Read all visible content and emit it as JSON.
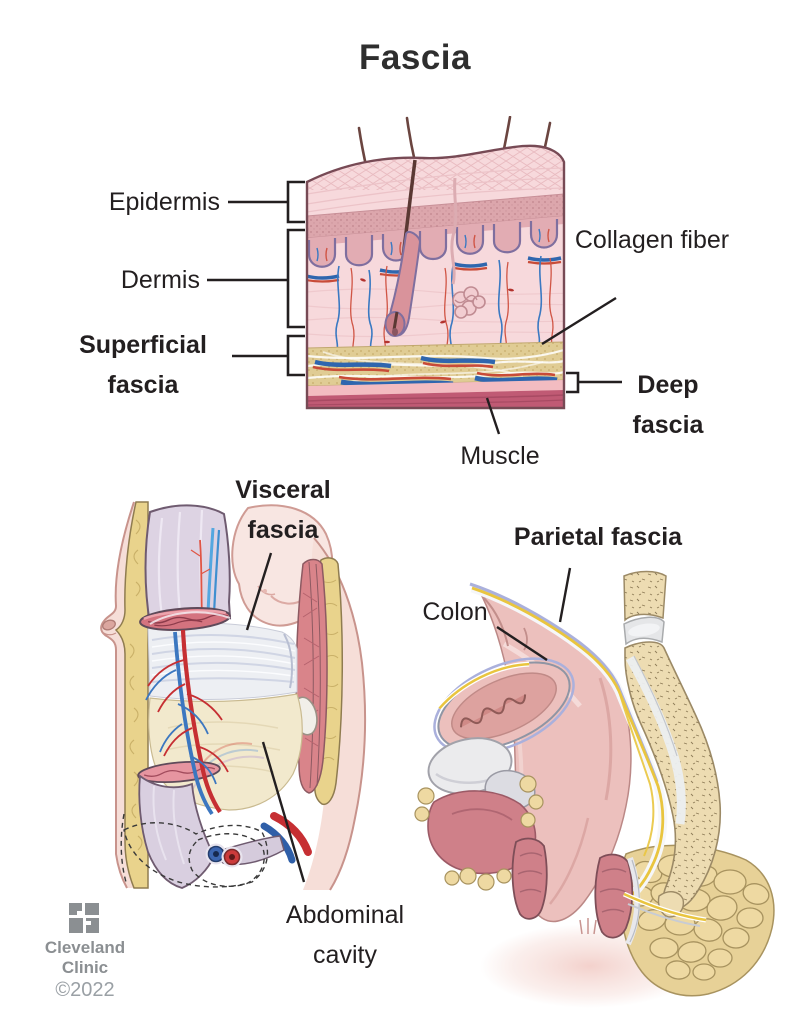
{
  "title": "Fascia",
  "skin_figure": {
    "labels": {
      "epidermis": "Epidermis",
      "dermis": "Dermis",
      "superficial_fascia": "Superficial fascia",
      "collagen_fiber": "Collagen fiber",
      "deep_fascia": "Deep fascia",
      "muscle": "Muscle"
    }
  },
  "abdomen_figure": {
    "labels": {
      "visceral_fascia": "Visceral fascia",
      "abdominal_cavity": "Abdominal cavity"
    }
  },
  "pelvis_figure": {
    "labels": {
      "parietal_fascia": "Parietal fascia",
      "colon": "Colon"
    }
  },
  "footer": {
    "brand": "Cleveland Clinic",
    "copyright": "©2022"
  },
  "colors": {
    "label_text": "#231f20",
    "leader_line": "#231f20",
    "brand_gray": "#8b8f92",
    "copyright_gray": "#9aa0a5",
    "fascia_yellow": "#e9c53f",
    "fat_yellow": "#e9d38c",
    "muscle_red": "#c05a74",
    "artery_red": "#c62f33",
    "vein_blue": "#3c77c0"
  }
}
